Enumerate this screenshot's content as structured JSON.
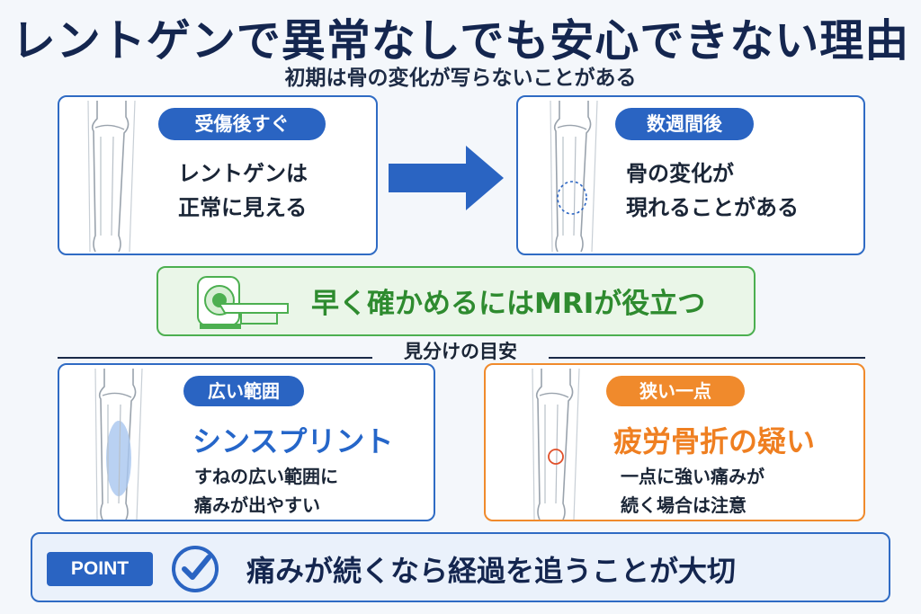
{
  "title": "レントゲンで異常なしでも安心できない理由",
  "subtitle": "初期は骨の変化が写らないことがある",
  "top_left": {
    "badge": "受傷後すぐ",
    "lines": [
      "レントゲンは",
      "正常に見える"
    ]
  },
  "top_right": {
    "badge": "数週間後",
    "lines": [
      "骨の変化が",
      "現れることがある"
    ]
  },
  "mri": {
    "text": "早く確かめるにはMRIが役立つ"
  },
  "divider_label": "見分けの目安",
  "bottom_left": {
    "badge": "広い範囲",
    "heading": "シンスプリント",
    "lines": [
      "すねの広い範囲に",
      "痛みが出やすい"
    ]
  },
  "bottom_right": {
    "badge": "狭い一点",
    "heading": "疲労骨折の疑い",
    "lines": [
      "一点に強い痛みが",
      "続く場合は注意"
    ]
  },
  "point": {
    "badge": "POINT",
    "text": "痛みが続くなら経過を追うことが大切"
  },
  "colors": {
    "navy": "#14264f",
    "blue": "#2a64c2",
    "green": "#4caf50",
    "orange": "#f08a2c"
  }
}
